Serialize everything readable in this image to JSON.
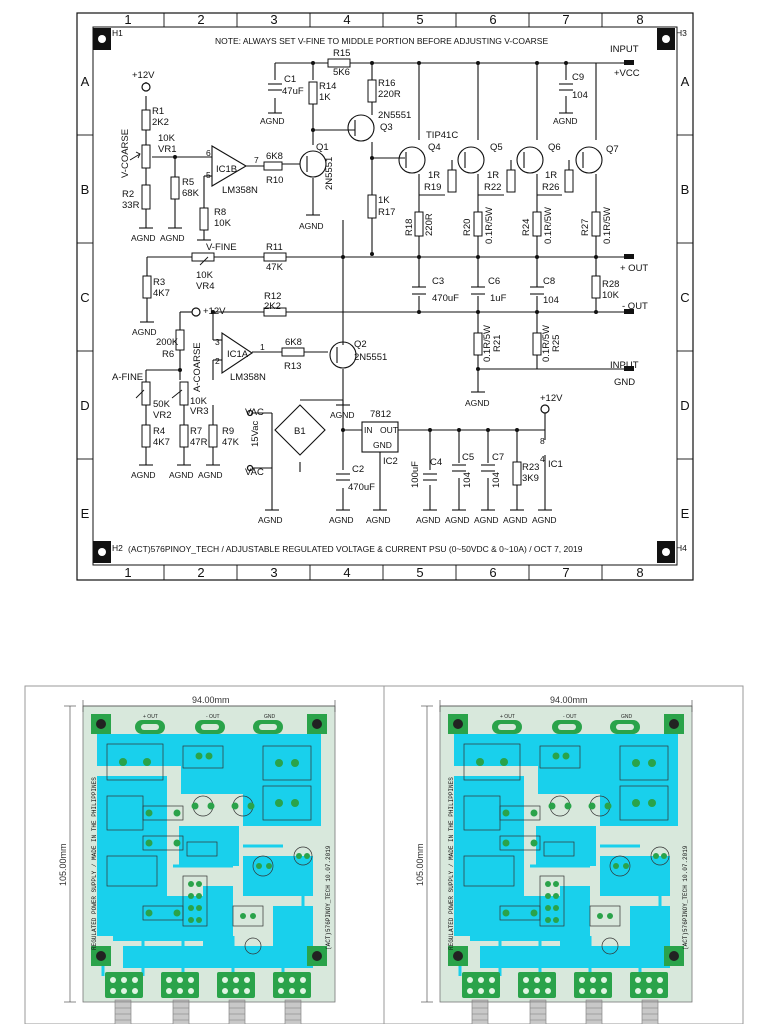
{
  "schematic": {
    "note": "NOTE: ALWAYS SET V-FINE TO MIDDLE PORTION BEFORE ADJUSTING V-COARSE",
    "footer": "(ACT)576PINOY_TECH / ADJUSTABLE REGULATED VOLTAGE & CURRENT PSU (0~50VDC & 0~10A) / OCT 7, 2019",
    "columns": [
      "1",
      "2",
      "3",
      "4",
      "5",
      "6",
      "7",
      "8"
    ],
    "rows": [
      "A",
      "B",
      "C",
      "D",
      "E"
    ],
    "holes": [
      "H1",
      "H2",
      "H3",
      "H4"
    ],
    "components": {
      "r1": [
        "R1",
        "2K2"
      ],
      "vr1": [
        "10K",
        "VR1"
      ],
      "v_coarse": "V-COARSE",
      "r2": [
        "R2",
        "33R"
      ],
      "r5": [
        "R5",
        "68K"
      ],
      "ic1b": [
        "IC1B",
        "LM358N"
      ],
      "r10": [
        "6K8",
        "R10"
      ],
      "r8": [
        "R8",
        "10K"
      ],
      "c1": [
        "C1",
        "47uF"
      ],
      "r14": [
        "R14",
        "1K"
      ],
      "r15": [
        "R15",
        "5K6"
      ],
      "r16": [
        "R16",
        "220R"
      ],
      "q3": [
        "2N5551",
        "Q3"
      ],
      "q1": [
        "Q1",
        "2N5551"
      ],
      "r17": [
        "1K",
        "R17"
      ],
      "tip41c": "TIP41C",
      "q4": "Q4",
      "q5": "Q5",
      "q6": "Q6",
      "q7": "Q7",
      "r19": [
        "1R",
        "R19"
      ],
      "r22": [
        "1R",
        "R22"
      ],
      "r26": [
        "1R",
        "R26"
      ],
      "r18": [
        "R18",
        "220R"
      ],
      "r20": [
        "R20",
        "0.1R/5W"
      ],
      "r24": [
        "R24",
        "0.1R/5W"
      ],
      "r27": [
        "R27",
        "0.1R/5W"
      ],
      "c9": [
        "C9",
        "104"
      ],
      "input_vcc": [
        "INPUT",
        "+VCC"
      ],
      "v_fine": "V-FINE",
      "vr4": [
        "10K",
        "VR4"
      ],
      "r11": [
        "R11",
        "47K"
      ],
      "r3": [
        "R3",
        "4K7"
      ],
      "c3": [
        "C3",
        "470uF"
      ],
      "c6": [
        "C6",
        "1uF"
      ],
      "c8": [
        "C8",
        "104"
      ],
      "r28": [
        "R28",
        "10K"
      ],
      "plus_out": "+ OUT",
      "minus_out": "- OUT",
      "r12": [
        "R12",
        "2K2"
      ],
      "r6": [
        "200K",
        "R6"
      ],
      "ic1a": [
        "IC1A",
        "LM358N"
      ],
      "r13": [
        "6K8",
        "R13"
      ],
      "q2": [
        "Q2",
        "2N5551"
      ],
      "r21": [
        "0.1R/5W",
        "R21"
      ],
      "r25": [
        "0.1R/5W",
        "R25"
      ],
      "input_gnd": [
        "INPUT",
        "GND"
      ],
      "a_fine": "A-FINE",
      "a_coarse": "A-COARSE",
      "vr2": [
        "50K",
        "VR2"
      ],
      "vr3": [
        "10K",
        "VR3"
      ],
      "r4": [
        "R4",
        "4K7"
      ],
      "r7": [
        "R7",
        "47R"
      ],
      "r9": [
        "R9",
        "47K"
      ],
      "vac": "VAC",
      "v15": "15Vac",
      "b1": "B1",
      "reg": [
        "7812",
        "IN",
        "OUT",
        "GND",
        "IC2"
      ],
      "c2": [
        "C2",
        "470uF"
      ],
      "c4": [
        "C4",
        "100uF"
      ],
      "c5": [
        "C5",
        "104"
      ],
      "c7": [
        "C7",
        "104"
      ],
      "r23": [
        "R23",
        "3K9"
      ],
      "ic1": "IC1",
      "plus12": "+12V",
      "agnd": "AGND",
      "pin_labels": [
        "6",
        "5",
        "7",
        "3",
        "2",
        "1",
        "8",
        "4"
      ]
    }
  },
  "pcb": {
    "width_label": "94.00mm",
    "height_label": "105.00mm",
    "terminal_labels": [
      "+ OUT",
      "- OUT",
      "GND"
    ],
    "vertical_text": "REGULATED POWER SUPPLY / MADE IN THE PHILIPPINES",
    "vertical_text2": "(ACT)576PINOY_TECH 10.07.2019"
  },
  "colors": {
    "pcb_board": "#d8e8dc",
    "copper": "#19d0ec",
    "pad": "#2aa34a",
    "ink": "#111111"
  }
}
